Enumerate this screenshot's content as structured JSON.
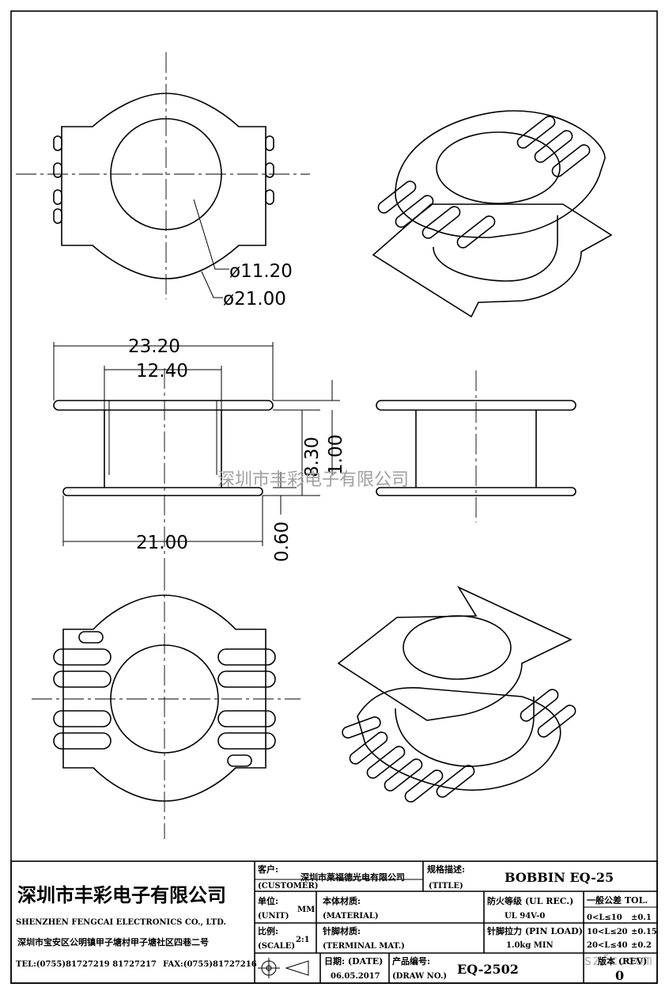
{
  "dimensions": {
    "inner_dia": "ø11.20",
    "outer_dia": "ø21.00",
    "overall_width": "23.20",
    "core_width": "12.40",
    "height": "8.30",
    "flange_thick": "1.00",
    "bottom_thick": "0.60",
    "base_width": "21.00"
  },
  "watermark": {
    "company": "深圳市丰彩电子有限公司",
    "site": "szfc.com"
  },
  "title_block": {
    "company_cn": "深圳市丰彩电子有限公司",
    "company_en": "SHENZHEN FENGCAI ELECTRONICS CO., LTD.",
    "address": "深圳市宝安区公明镇甲子塘村甲子塘社区四巷二号",
    "phone": "TEL:(0755)81727219  81727217",
    "fax": "FAX:(0755)81727216",
    "customer_label": "客户:",
    "customer_label_en": "(CUSTOMER)",
    "customer_value": "深圳市莱福德光电有限公司",
    "title_label": "规格描述:",
    "title_label_en": "(TITLE)",
    "title_value": "BOBBIN EQ-25",
    "unit_label": "单位:",
    "unit_label_en": "(UNIT)",
    "unit_value": "MM",
    "material_label": "本体材质:",
    "material_label_en": "(MATERIAL)",
    "ul_label": "防火等级 (UL REC.)",
    "ul_value": "UL 94V-0",
    "tol_label": "一般公差 TOL.",
    "tol_rows": [
      {
        "range": "0<L≤10",
        "value": "±0.1"
      },
      {
        "range": "10<L≤20",
        "value": "±0.15"
      },
      {
        "range": "20<L≤40",
        "value": "±0.2"
      }
    ],
    "scale_label": "比例:",
    "scale_label_en": "(SCALE)",
    "scale_value": "2:1",
    "terminal_label": "针脚材质:",
    "terminal_label_en": "(TERMINAL MAT.)",
    "pin_load_label": "针脚拉力 (PIN LOAD)",
    "pin_load_value": "1.0kg MIN",
    "date_label": "日期:  (DATE)",
    "date_value": "06.05.2017",
    "draw_no_label": "产品编号:",
    "draw_no_label_en": "(DRAW NO.)",
    "draw_no_value": "EQ-2502",
    "rev_label": "版本 (REV)",
    "rev_value": "0"
  }
}
